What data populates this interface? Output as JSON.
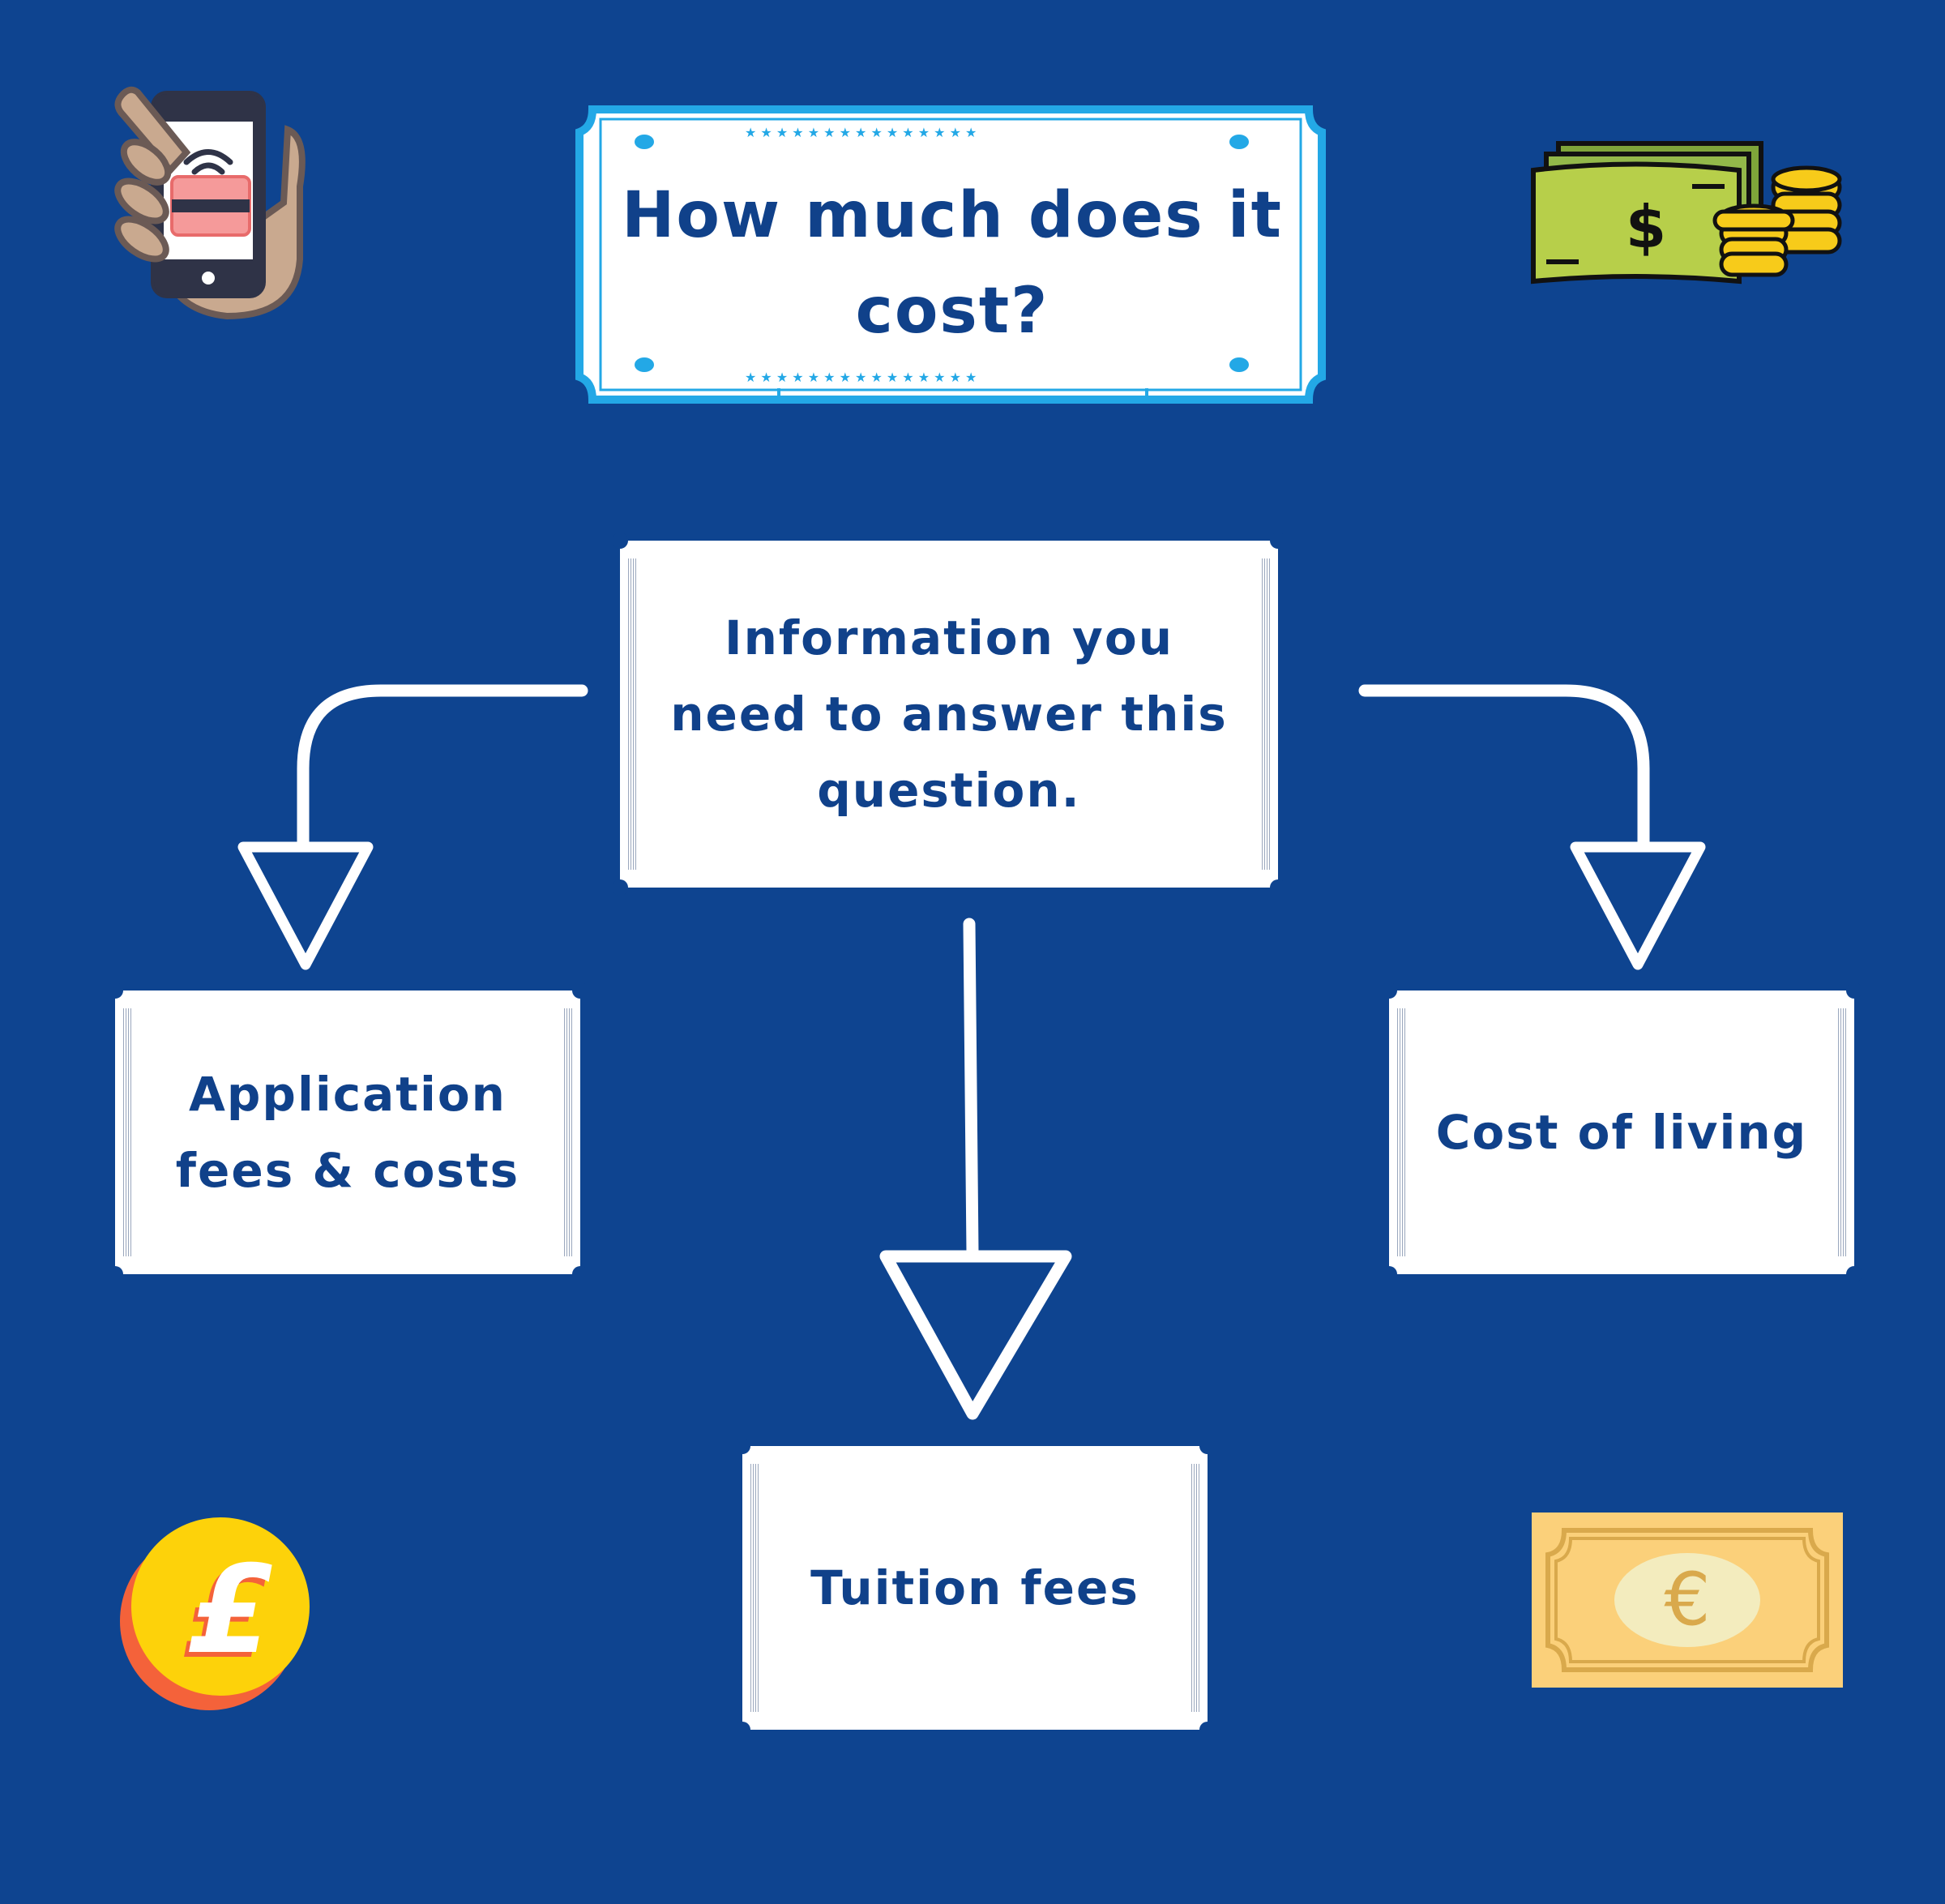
{
  "title": "How much does it cost?",
  "center_box": "Information you need to answer this question.",
  "branches": {
    "left": "Application fees & costs",
    "right": "Cost of living",
    "bottom": "Tuition fees"
  },
  "icons": {
    "top_left": "phone-payment-icon",
    "top_right": "cash-and-coins-icon",
    "bottom_left": "pound-coin-icon",
    "bottom_right": "euro-banknote-icon"
  },
  "colors": {
    "background": "#0e4490",
    "text": "#10418a",
    "ticket_border": "#23a8e6",
    "box": "#ffffff"
  }
}
